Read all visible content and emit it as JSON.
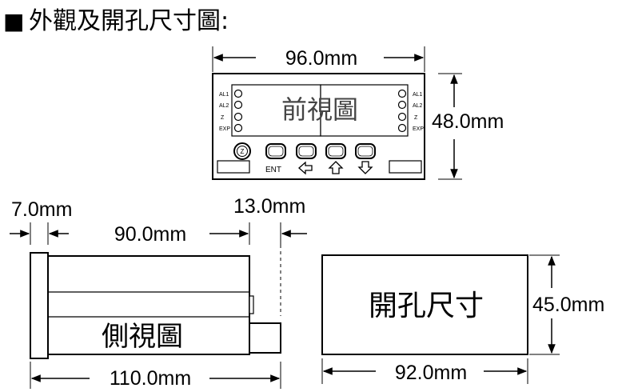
{
  "heading": {
    "marker": "■",
    "title": "外觀及開孔尺寸圖:"
  },
  "front_view": {
    "label": "前視圖",
    "width_dim": "96.0mm",
    "height_dim": "48.0mm",
    "left_indicators": [
      "AL1",
      "AL2",
      "Z",
      "EXP"
    ],
    "right_indicators": [
      "AL1",
      "AL2",
      "Z",
      "EXP"
    ],
    "zero_button": "Z",
    "ent_label": "ENT"
  },
  "side_view": {
    "label": "側視圖",
    "front_thickness_dim": "7.0mm",
    "body_length_dim": "90.0mm",
    "rear_dim": "13.0mm",
    "total_length_dim": "110.0mm"
  },
  "cutout": {
    "label": "開孔尺寸",
    "width_dim": "92.0mm",
    "height_dim": "45.0mm"
  }
}
